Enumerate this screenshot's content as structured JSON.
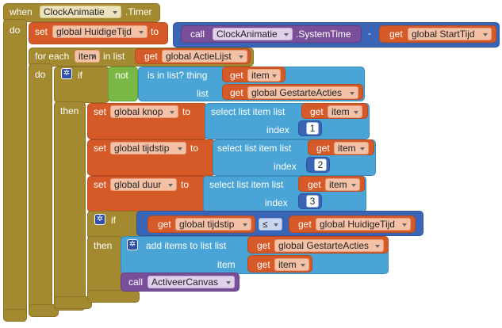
{
  "kw": {
    "when": "when",
    "timer": ".Timer",
    "do": "do",
    "set": "set",
    "to": "to",
    "call": "call",
    "systemtime": ".SystemTime",
    "get": "get",
    "minus": "-",
    "foreach": "for each",
    "inlist": "in list",
    "if": "if",
    "not": "not",
    "isinlist": "is in list? thing",
    "list": "list",
    "then": "then",
    "selectitem": "select list item  list",
    "index": "index",
    "lte": "≤",
    "additems": "add items to list   list",
    "item": "item",
    "gear": "✲"
  },
  "dd": {
    "clock": "ClockAnimatie",
    "huidige": "global HuidigeTijd",
    "clock2": "ClockAnimatie",
    "starttijd": "global StartTijd",
    "item": "item",
    "actielijst": "global ActieLijst",
    "getitem1": "item",
    "gestarte1": "global GestarteActies",
    "knop": "global knop",
    "getitem2": "item",
    "tijdstip": "global tijdstip",
    "getitem3": "item",
    "duur": "global duur",
    "getitem4": "item",
    "gettijdstip": "global tijdstip",
    "lte": "≤",
    "gethuidige": "global HuidigeTijd",
    "gestarte2": "global GestarteActies",
    "getitem5": "item",
    "activeer": "ActiveerCanvas"
  },
  "nums": {
    "n1": "1",
    "n2": "2",
    "n3": "3"
  }
}
